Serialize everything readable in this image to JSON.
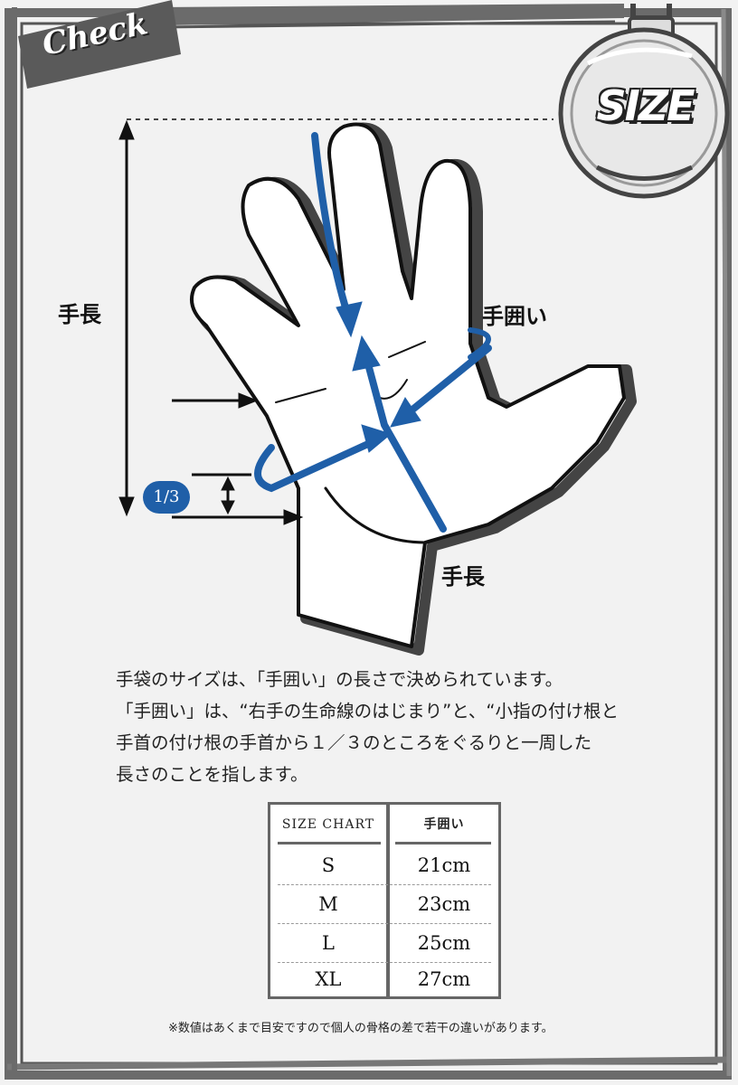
{
  "header": {
    "check_label": "Check",
    "size_label": "SIZE"
  },
  "diagram": {
    "label_length_left": "手長",
    "label_circumference": "手囲い",
    "label_length_bottom": "手長",
    "fraction_badge": "1/3",
    "icons": [
      "hand-outline-icon",
      "arrow-icon"
    ],
    "accent_color": "#1f5fa8"
  },
  "description": {
    "lines": [
      "手袋のサイズは、「手囲い」の長さで決められています。",
      "「手囲い」は、“右手の生命線のはじまり”と、“小指の付け根と",
      "手首の付け根の手首から１／３のところをぐるりと一周した",
      "長さのことを指します。"
    ]
  },
  "size_chart": {
    "header_left": "SIZE CHART",
    "header_right": "手囲い",
    "rows": [
      {
        "size": "S",
        "value": "21cm"
      },
      {
        "size": "M",
        "value": "23cm"
      },
      {
        "size": "L",
        "value": "25cm"
      },
      {
        "size": "XL",
        "value": "27cm"
      }
    ]
  },
  "note": "※数値はあくまで目安ですので個人の骨格の差で若干の違いがあります。"
}
